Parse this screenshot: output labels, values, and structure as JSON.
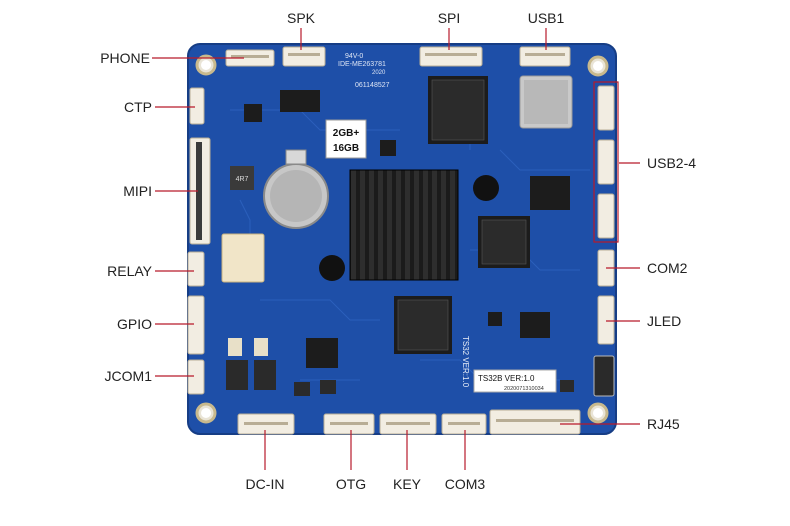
{
  "labels": {
    "phone": "PHONE",
    "ctp": "CTP",
    "mipi": "MIPI",
    "relay": "RELAY",
    "gpio": "GPIO",
    "jcom1": "JCOM1",
    "spk": "SPK",
    "spi": "SPI",
    "usb1": "USB1",
    "usb2_4": "USB2-4",
    "com2": "COM2",
    "jled": "JLED",
    "rj45": "RJ45",
    "dc_in": "DC-IN",
    "otg": "OTG",
    "key": "KEY",
    "com3": "COM3"
  },
  "board": {
    "memory_line1": "2GB+",
    "memory_line2": "16GB",
    "model_label": "TS32B  VER:1.0",
    "serial_label": "2020071310034",
    "silk_vertical": "TS32  VER:1.0",
    "silk_top1": "94V-0",
    "silk_top2": "IDE-ME263781",
    "silk_top3": "2020",
    "silk_top4": "061148527",
    "inductor_text": "4R7",
    "colors": {
      "pcb": "#1e4fa8",
      "connector": "#f2ede2",
      "chip": "#1c1c1c",
      "leader": "#b81a2b"
    }
  }
}
